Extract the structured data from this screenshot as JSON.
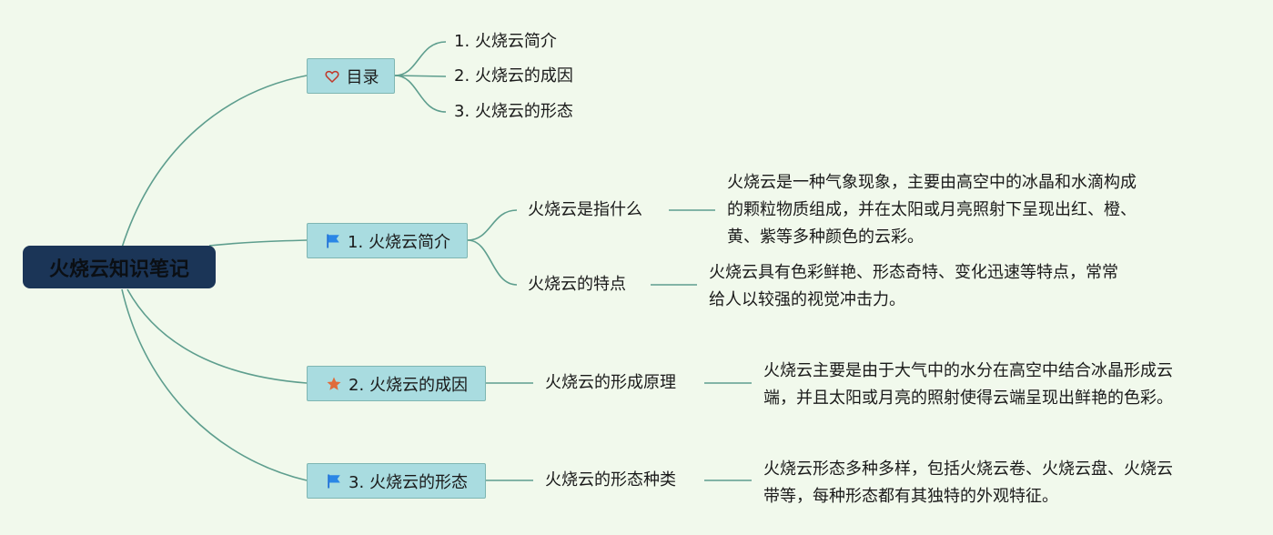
{
  "root": {
    "label": "火烧云知识笔记"
  },
  "colors": {
    "background": "#f1f9ec",
    "root_fill": "#1b3557",
    "branch_fill": "#a9dce0",
    "line": "#5e9e8e"
  },
  "branches": [
    {
      "label": "目录",
      "icon": "heart-icon",
      "children": [
        {
          "label": "1. 火烧云简介"
        },
        {
          "label": "2. 火烧云的成因"
        },
        {
          "label": "3. 火烧云的形态"
        }
      ]
    },
    {
      "label": "1. 火烧云简介",
      "icon": "flag-icon",
      "children": [
        {
          "label": "火烧云是指什么",
          "detail": [
            "火烧云是一种气象现象，主要由高空中的冰晶和水滴构成",
            "的颗粒物质组成，并在太阳或月亮照射下呈现出红、橙、",
            "黄、紫等多种颜色的云彩。"
          ]
        },
        {
          "label": "火烧云的特点",
          "detail": [
            "火烧云具有色彩鲜艳、形态奇特、变化迅速等特点，常常",
            "给人以较强的视觉冲击力。"
          ]
        }
      ]
    },
    {
      "label": "2. 火烧云的成因",
      "icon": "star-icon",
      "children": [
        {
          "label": "火烧云的形成原理",
          "detail": [
            "火烧云主要是由于大气中的水分在高空中结合冰晶形成云",
            "端，并且太阳或月亮的照射使得云端呈现出鲜艳的色彩。"
          ]
        }
      ]
    },
    {
      "label": "3. 火烧云的形态",
      "icon": "flag-icon",
      "children": [
        {
          "label": "火烧云的形态种类",
          "detail": [
            "火烧云形态多种多样，包括火烧云卷、火烧云盘、火烧云",
            "带等，每种形态都有其独特的外观特征。"
          ]
        }
      ]
    }
  ]
}
